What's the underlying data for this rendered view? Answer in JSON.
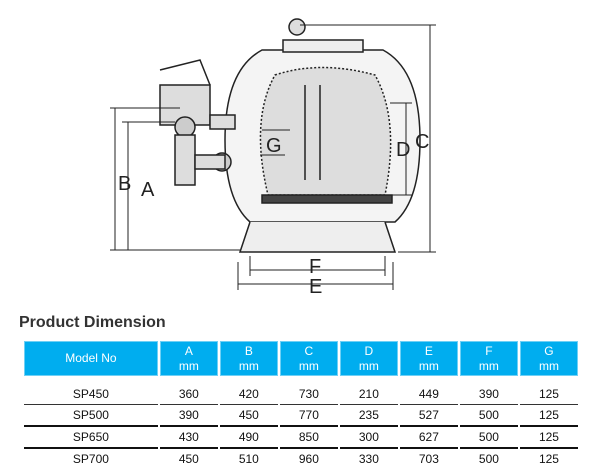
{
  "diagram": {
    "labels": {
      "A": "A",
      "B": "B",
      "C": "C",
      "D": "D",
      "E": "E",
      "F": "F",
      "G": "G"
    }
  },
  "title": "Product Dimension",
  "table": {
    "headers": [
      [
        "Model No",
        ""
      ],
      [
        "A",
        "mm"
      ],
      [
        "B",
        "mm"
      ],
      [
        "C",
        "mm"
      ],
      [
        "D",
        "mm"
      ],
      [
        "E",
        "mm"
      ],
      [
        "F",
        "mm"
      ],
      [
        "G",
        "mm"
      ]
    ],
    "rows": [
      [
        "SP450",
        "360",
        "420",
        "730",
        "210",
        "449",
        "390",
        "125"
      ],
      [
        "SP500",
        "390",
        "450",
        "770",
        "235",
        "527",
        "500",
        "125"
      ],
      [
        "SP650",
        "430",
        "490",
        "850",
        "300",
        "627",
        "500",
        "125"
      ],
      [
        "SP700",
        "450",
        "510",
        "960",
        "330",
        "703",
        "500",
        "125"
      ]
    ]
  }
}
